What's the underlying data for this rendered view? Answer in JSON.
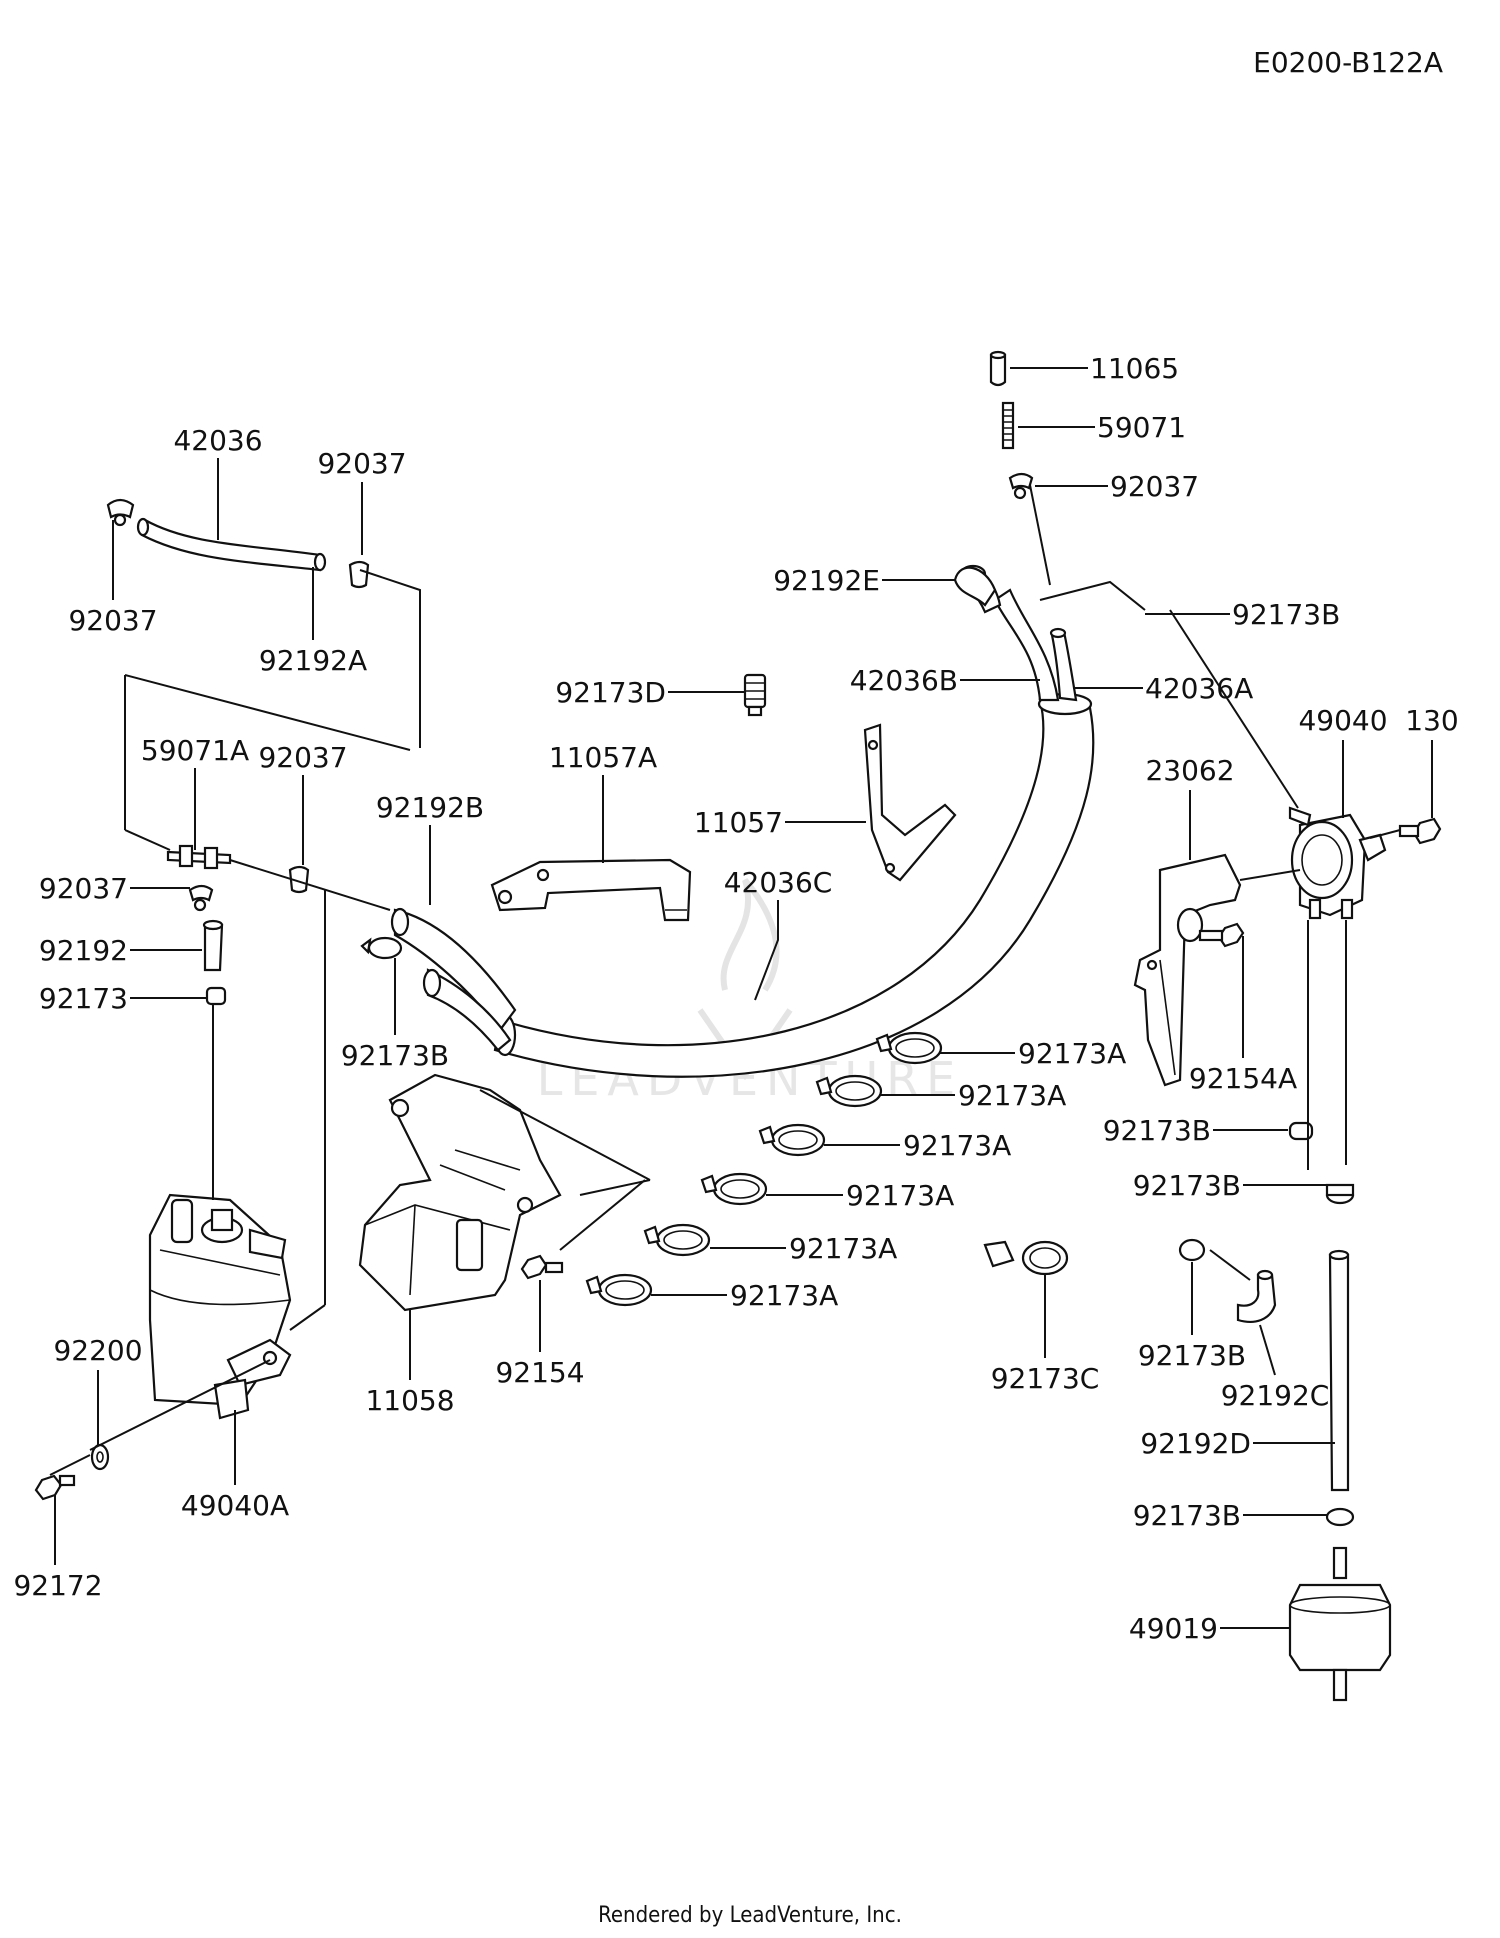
{
  "diagram_code": "E0200-B122A",
  "footer": "Rendered by LeadVenture, Inc.",
  "watermark": "LEADVENTURE",
  "callouts": {
    "c11065": "11065",
    "c59071": "59071",
    "c92037_top": "92037",
    "c42036": "42036",
    "c92037_a": "92037",
    "c92037_b": "92037",
    "c92192A": "92192A",
    "c92192E": "92192E",
    "c92173B_top": "92173B",
    "c42036B": "42036B",
    "c42036A": "42036A",
    "c92173D": "92173D",
    "c49040": "49040",
    "c130": "130",
    "c59071A": "59071A",
    "c92037_c": "92037",
    "c11057A": "11057A",
    "c23062": "23062",
    "c92192B": "92192B",
    "c11057": "11057",
    "c92037_d": "92037",
    "c42036C": "42036C",
    "c92192": "92192",
    "c92173": "92173",
    "c92173B_left": "92173B",
    "c92173A_1": "92173A",
    "c92154A": "92154A",
    "c92173A_2": "92173A",
    "c92173B_r1": "92173B",
    "c92173A_3": "92173A",
    "c92173B_r2": "92173B",
    "c92173A_4": "92173A",
    "c92173A_5": "92173A",
    "c92173A_6": "92173A",
    "c92200": "92200",
    "c92173B_r3": "92173B",
    "c92154": "92154",
    "c92173C": "92173C",
    "c11058": "11058",
    "c92192C": "92192C",
    "c92192D": "92192D",
    "c49040A": "49040A",
    "c92173B_r4": "92173B",
    "c92172": "92172",
    "c49019": "49019"
  }
}
